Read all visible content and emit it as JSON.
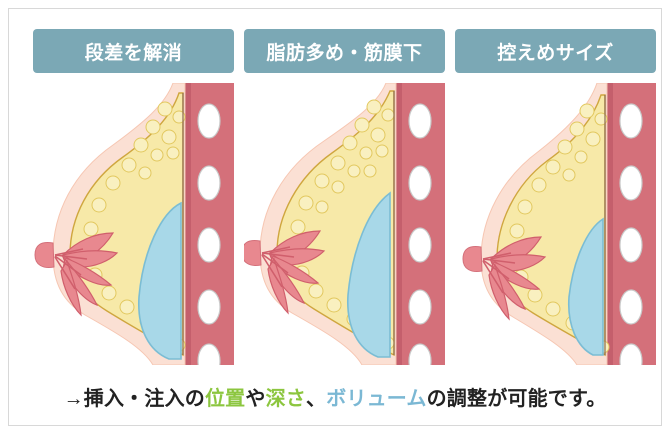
{
  "panels": [
    {
      "id": "panel-1",
      "title": "段差を解消",
      "figure_name": "breast-cross-section-implant-smooth-transition"
    },
    {
      "id": "panel-2",
      "title": "脂肪多め・筋膜下",
      "figure_name": "breast-cross-section-implant-subfascial-more-fat"
    },
    {
      "id": "panel-3",
      "title": "控えめサイズ",
      "figure_name": "breast-cross-section-implant-modest-size"
    }
  ],
  "caption": {
    "arrow": "→",
    "part1": "挿入・注入の",
    "highlight1": "位置",
    "part2": "や",
    "highlight2": "深さ",
    "part3": "、",
    "highlight3": "ボリューム",
    "part4": "の調整が可能です。"
  },
  "colors": {
    "header_bg": "#7ba8b5",
    "header_text": "#ffffff",
    "skin": "#fbe0d4",
    "fat": "#f7e9a8",
    "fat_circle": "#f0d977",
    "gland": "#e8888f",
    "muscle": "#d4707a",
    "muscle_dark": "#b9525f",
    "implant": "#a8d8e8",
    "rib": "#ffffff",
    "outline": "#8b6a4f",
    "highlight_green": "#8cc63f",
    "highlight_blue": "#7bb8d4",
    "caption_text": "#222222",
    "frame_border": "#d8d8d8"
  }
}
